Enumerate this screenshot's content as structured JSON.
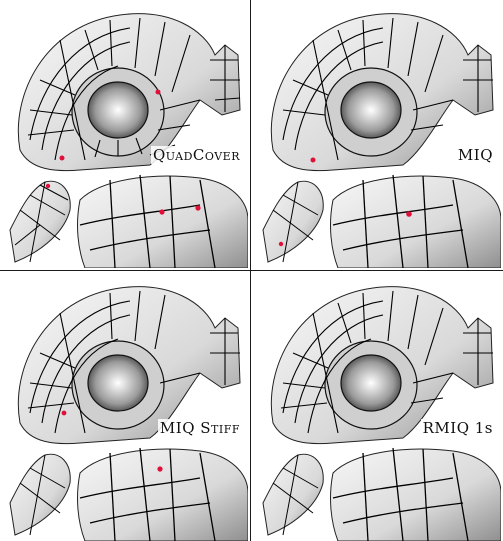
{
  "panels": [
    {
      "id": "quadcover",
      "label": "QuadCover"
    },
    {
      "id": "miq",
      "label": "MIQ"
    },
    {
      "id": "miq-stiff",
      "label": "MIQ Stiff"
    },
    {
      "id": "rmiq",
      "label": "RMIQ 1s"
    }
  ],
  "colors": {
    "surface": "#e9e9e9",
    "shadow": "#8a8a8a",
    "gridline": "#000000",
    "singularity": "#e0103a"
  }
}
